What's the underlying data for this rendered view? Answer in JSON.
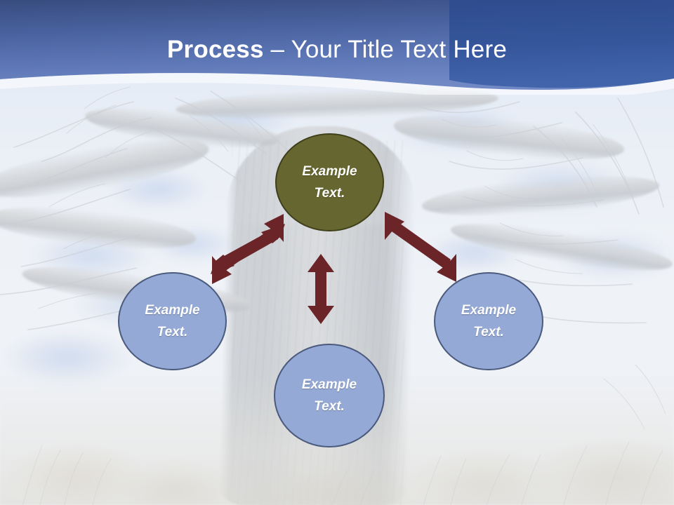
{
  "slide": {
    "title_strong": "Process",
    "title_rest": " – Your Title Text Here",
    "title_full": "Process – Your Title Text Here"
  },
  "theme": {
    "header_blue_top": "#3a4f82",
    "header_blue_bottom": "#6a84c0",
    "header_blue_right": "#2f5198",
    "olive": "#666630",
    "olive_border": "#3f3f1c",
    "node_blue": "#95a9d6",
    "node_blue_border": "#4a5a7c",
    "arrow_maroon": "#6b2428",
    "title_color": "#ffffff"
  },
  "nodes": [
    {
      "id": "top",
      "line1": "Example",
      "line2": "Text.",
      "color": "olive"
    },
    {
      "id": "left",
      "line1": "Example",
      "line2": "Text.",
      "color": "blue"
    },
    {
      "id": "bottom",
      "line1": "Example",
      "line2": "Text.",
      "color": "blue"
    },
    {
      "id": "right",
      "line1": "Example",
      "line2": "Text.",
      "color": "blue"
    }
  ],
  "connectors": [
    {
      "id": "left-diagonal",
      "kind": "double-headed-arrow",
      "direction": "up-right-down-left"
    },
    {
      "id": "center-vertical",
      "kind": "double-headed-arrow",
      "direction": "up-down"
    },
    {
      "id": "right-diagonal",
      "kind": "double-headed-arrow",
      "direction": "up-left-down-right"
    }
  ],
  "background": {
    "subject": "baobab-tree-photo",
    "description": "washed-out photograph of a bare baobab tree against pale sky"
  }
}
